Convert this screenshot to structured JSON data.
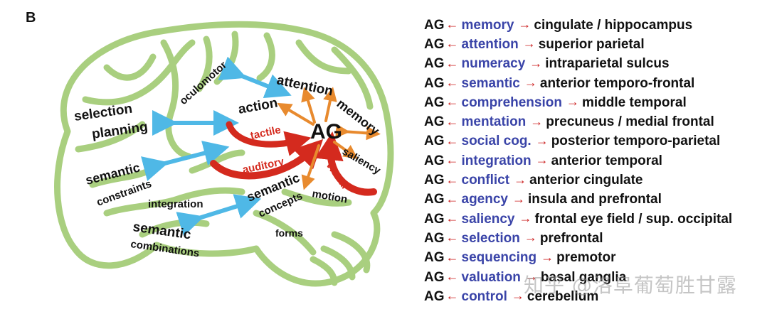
{
  "panel_letter": "B",
  "hub_label": "AG",
  "brain_labels": {
    "attention": "attention",
    "oculomotor": "oculomotor",
    "action": "action",
    "memory": "memory",
    "selection": "selection",
    "planning": "planning",
    "tactile": "tactile",
    "saliency": "saliency",
    "semantic_constraints_1": "semantic",
    "semantic_constraints_2": "constraints",
    "auditory": "auditory",
    "visual": "visual",
    "integration": "integration",
    "semantic_concepts_1": "semantic",
    "semantic_concepts_2": "concepts",
    "motion": "motion",
    "semantic_combinations_1": "semantic",
    "semantic_combinations_2": "combinations",
    "forms": "forms"
  },
  "colors": {
    "brain_outline": "#a9cf7f",
    "brain_fill": "#ffffff",
    "blue_arrow": "#4fb8e6",
    "red_arrow": "#d42a1e",
    "orange_arrow": "#e88a2e",
    "function_text": "#3a44a8",
    "arrow_glyph": "#cc2222"
  },
  "table": {
    "rows": [
      {
        "ag": "AG",
        "function": "memory",
        "region": "cingulate / hippocampus"
      },
      {
        "ag": "AG",
        "function": "attention",
        "region": "superior parietal"
      },
      {
        "ag": "AG",
        "function": "numeracy",
        "region": "intraparietal sulcus"
      },
      {
        "ag": "AG",
        "function": "semantic",
        "region": "anterior temporo-frontal"
      },
      {
        "ag": "AG",
        "function": "comprehension",
        "region": "middle temporal"
      },
      {
        "ag": "AG",
        "function": "mentation",
        "region": "precuneus / medial frontal"
      },
      {
        "ag": "AG",
        "function": "social cog.",
        "region": "posterior temporo-parietal"
      },
      {
        "ag": "AG",
        "function": "integration",
        "region": "anterior temporal"
      },
      {
        "ag": "AG",
        "function": "conflict",
        "region": "anterior cingulate"
      },
      {
        "ag": "AG",
        "function": "agency",
        "region": "insula and prefrontal"
      },
      {
        "ag": "AG",
        "function": "saliency",
        "region": "frontal eye field / sup. occipital"
      },
      {
        "ag": "AG",
        "function": "selection",
        "region": "prefrontal"
      },
      {
        "ag": "AG",
        "function": "sequencing",
        "region": "premotor"
      },
      {
        "ag": "AG",
        "function": "valuation",
        "region": "basal ganglia"
      },
      {
        "ag": "AG",
        "function": "control",
        "region": "cerebellum"
      }
    ]
  },
  "watermark": "知乎 @洛阜葡萄胜甘露"
}
